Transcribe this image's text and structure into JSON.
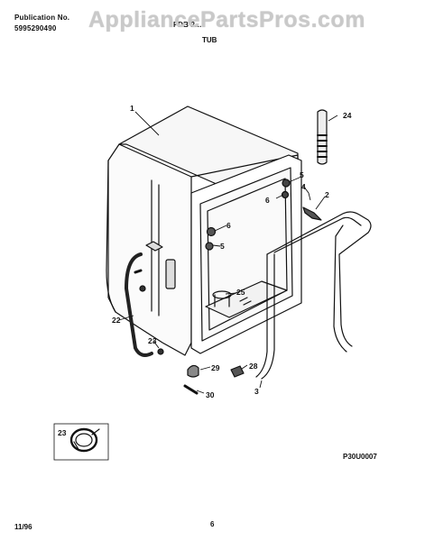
{
  "header": {
    "publication_label": "Publication No.",
    "publication_number": "5995290490",
    "model": "FDB 2...",
    "watermark": "AppliancePartsPros.com",
    "section_title": "TUB"
  },
  "callouts": [
    "1",
    "24",
    "5",
    "4",
    "6",
    "2",
    "6",
    "5",
    "25",
    "22",
    "23",
    "29",
    "28",
    "30",
    "3",
    "23"
  ],
  "footer": {
    "drawing_code": "P30U0007",
    "date": "11/96",
    "page": "6"
  }
}
